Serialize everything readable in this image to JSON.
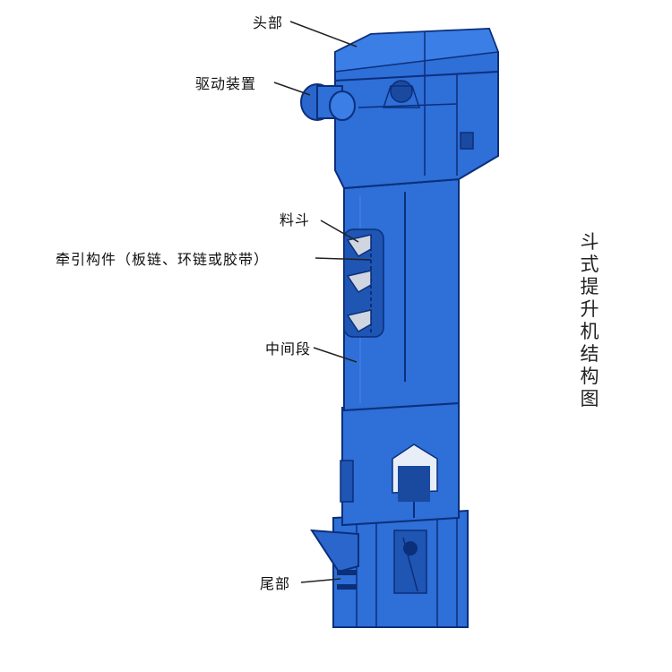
{
  "callouts": {
    "head": "头部",
    "drive": "驱动装置",
    "bucket": "料斗",
    "traction": "牵引构件（板链、环链或胶带）",
    "middle": "中间段",
    "tail": "尾部"
  },
  "title_chars": [
    "斗",
    "式",
    "提",
    "升",
    "机",
    "结",
    "构",
    "图"
  ],
  "colors": {
    "body_blue": "#2e6fd8",
    "edge_dark": "#0c2f7a",
    "highlight": "#5a96f0",
    "bucket_gray": "#cfd6e0",
    "leader": "#222222"
  }
}
